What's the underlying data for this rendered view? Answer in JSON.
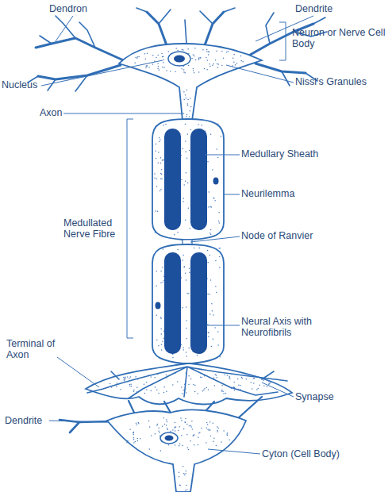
{
  "diagram": {
    "labels": [
      "Dendron",
      "Dendrite",
      "Neuron or Nerve Cell Body",
      "Nucleus",
      "Nissl's Granules",
      "Axon",
      "Medullary Sheath",
      "Neurilemma",
      "Medullated Nerve Fibre",
      "Node of Ranvier",
      "Neural Axis with Neurofibrils",
      "Terminal of Axon",
      "Synapse",
      "Dendrite",
      "Cyton (Cell Body)"
    ]
  }
}
